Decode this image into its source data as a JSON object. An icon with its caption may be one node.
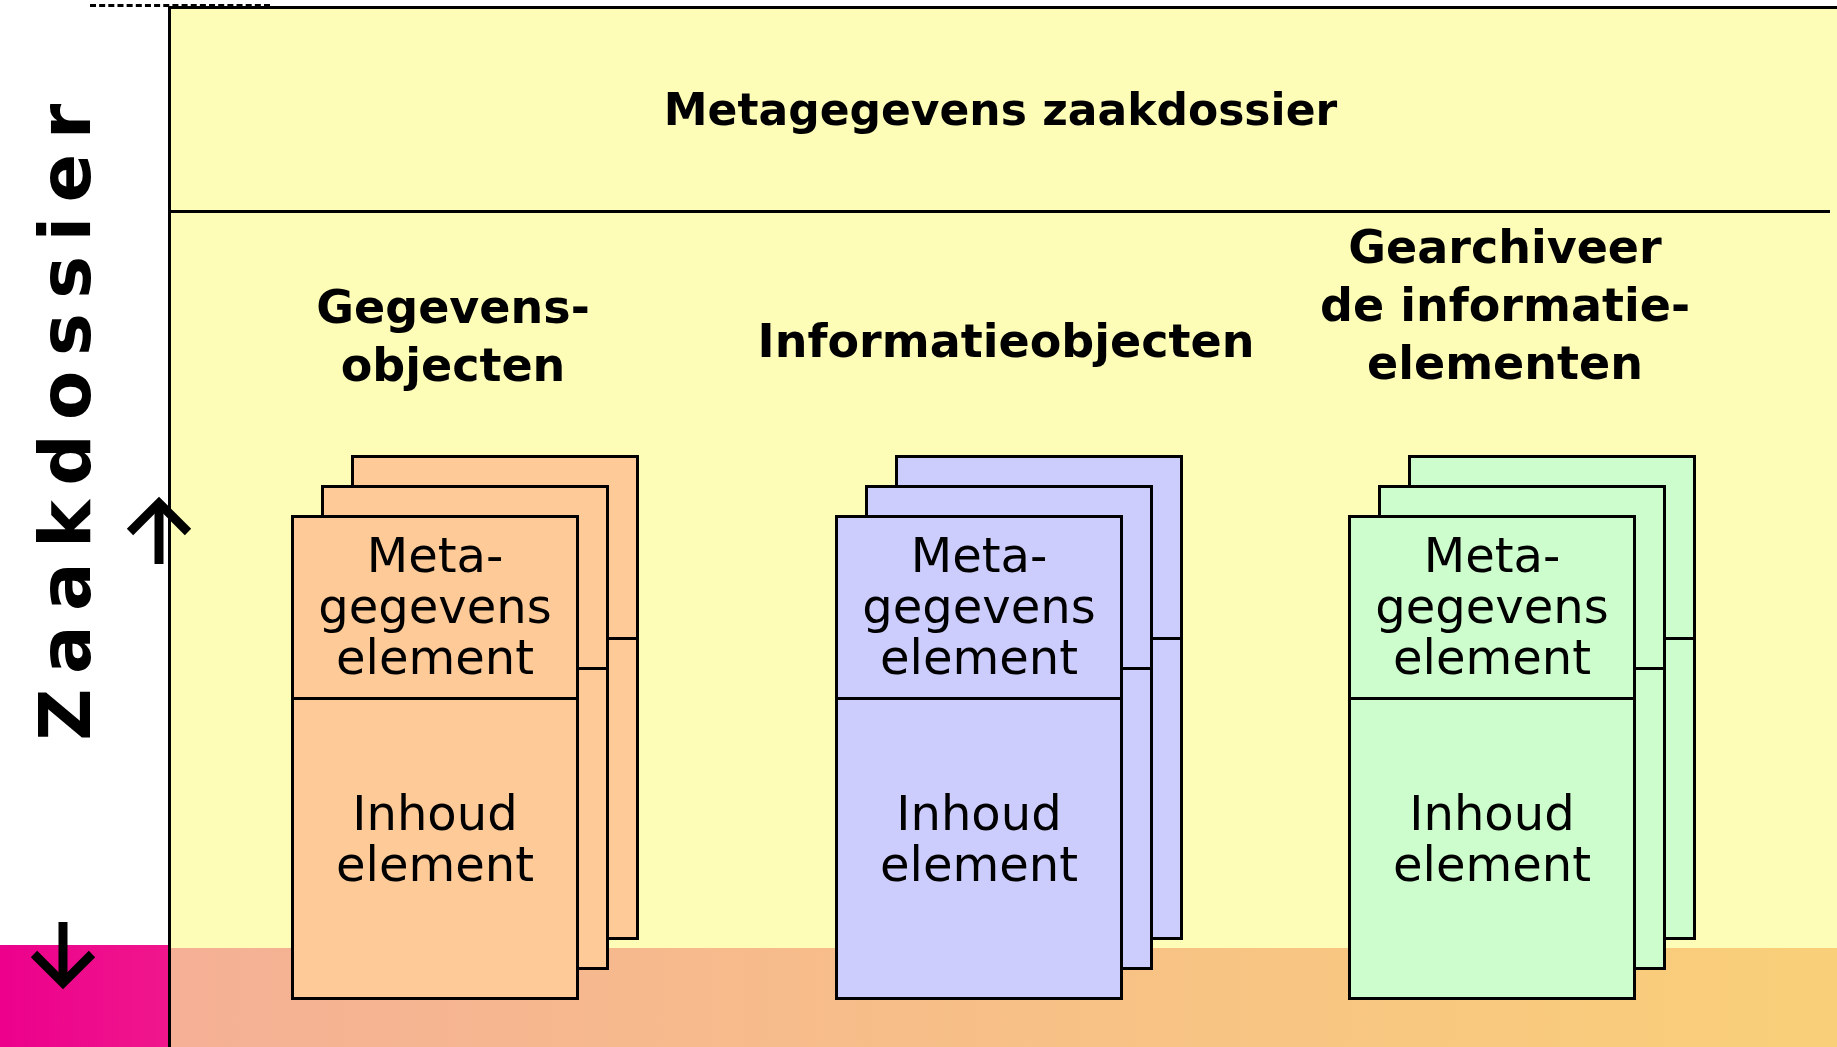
{
  "diagram": {
    "nodes": [
      {
        "text": [
          "Metagegevens zaakdossier"
        ]
      },
      {
        "text": [
          "Meta- gegevens element",
          "Inhoud element"
        ],
        "in": 0
      },
      {
        "text": [
          "Meta- gegevens element",
          "Inhoud element"
        ],
        "in": 0
      },
      {
        "text": [
          "Meta- gegevens element",
          "Inhoud element"
        ],
        "in": 0
      }
    ],
    "labels": [
      "Zaakdossier",
      "Gegevens- objecten",
      "Informatieobjecten",
      "Gearchiveer de informatie- elementen"
    ]
  }
}
